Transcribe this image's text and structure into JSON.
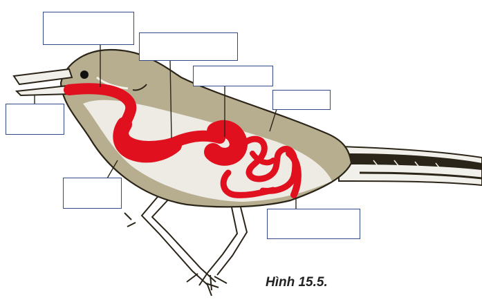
{
  "figure": {
    "caption": "Hình 15.5.",
    "colors": {
      "background": "#ffffff",
      "body": "#b7ae8f",
      "body_shadow": "#8d8466",
      "belly": "#efeee9",
      "digestive_tract": "#e0101e",
      "outline": "#2b2418",
      "label_border": "#2f4a86"
    },
    "labels": [
      {
        "id": "label-1",
        "text": ""
      },
      {
        "id": "label-2",
        "text": ""
      },
      {
        "id": "label-3",
        "text": ""
      },
      {
        "id": "label-4",
        "text": ""
      },
      {
        "id": "label-5",
        "text": ""
      },
      {
        "id": "label-6",
        "text": ""
      },
      {
        "id": "label-7",
        "text": ""
      }
    ]
  }
}
